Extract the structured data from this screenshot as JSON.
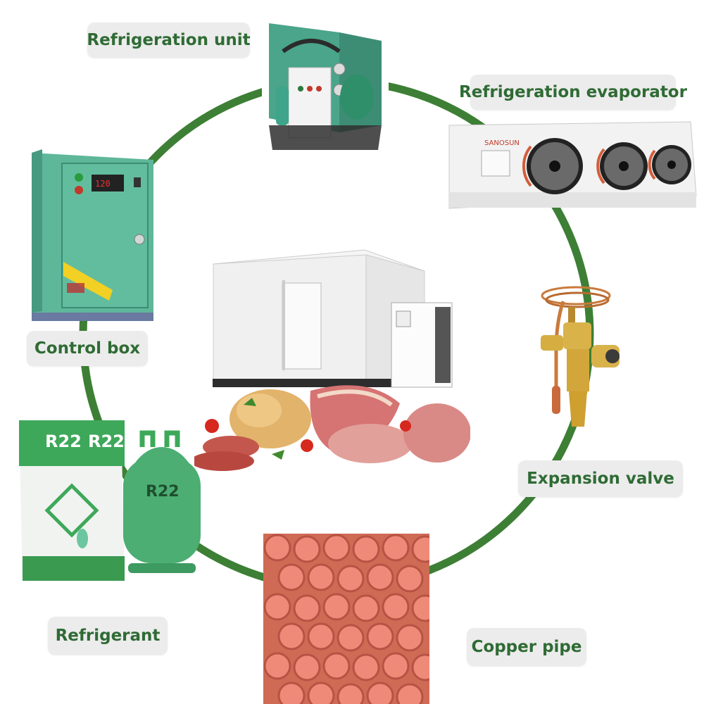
{
  "labels": {
    "refrigeration_unit": "Refrigeration unit",
    "refrigeration_evaporator": "Refrigeration evaporator",
    "control_box": "Control box",
    "expansion_valve": "Expansion valve",
    "refrigerant": "Refrigerant",
    "copper_pipe": "Copper pipe"
  },
  "brand_text": {
    "evaporator_brand": "SANOSUN",
    "refrigerant_box": "R22",
    "refrigerant_cylinder": "R22"
  },
  "colors": {
    "ring": "#3d7f35",
    "label_text": "#2f6b34",
    "label_bg": "#ececec",
    "control_box": "#5fb79a",
    "copper": "#d9745a",
    "refrigerant_green": "#4cae73"
  },
  "icons": [
    "refrigeration-unit-image",
    "evaporator-image",
    "control-box-image",
    "cold-room-image",
    "meat-image",
    "expansion-valve-image",
    "refrigerant-image",
    "copper-pipe-image"
  ]
}
